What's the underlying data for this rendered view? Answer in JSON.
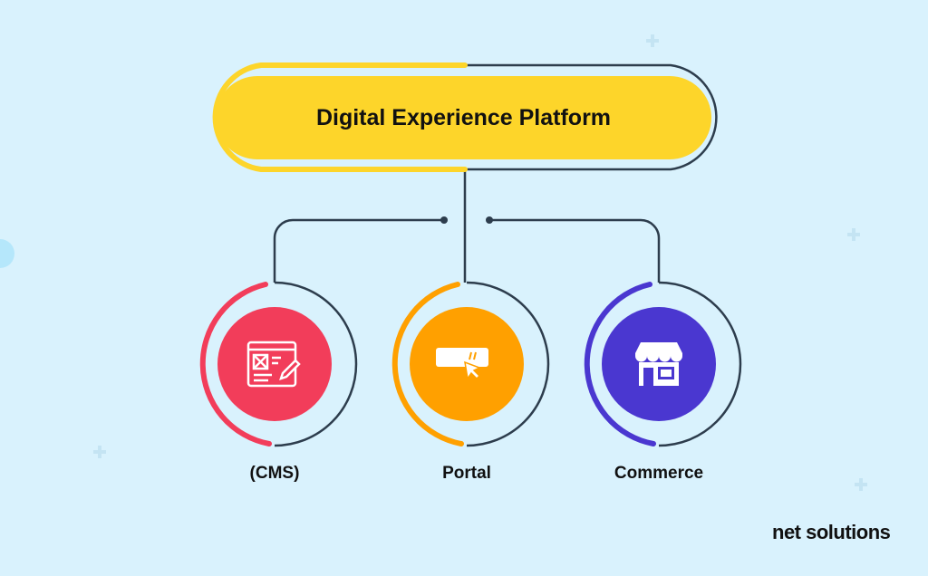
{
  "title": "Digital Experience Platform",
  "nodes": [
    {
      "label": "(CMS)",
      "icon": "cms-editor-icon",
      "color": "#f23d5a"
    },
    {
      "label": "Portal",
      "icon": "portal-click-icon",
      "color": "#ffa000"
    },
    {
      "label": "Commerce",
      "icon": "storefront-icon",
      "color": "#4a37d0"
    }
  ],
  "accent": "#fdd52a",
  "line_color": "#2d3d4d",
  "brand": "net solutions"
}
